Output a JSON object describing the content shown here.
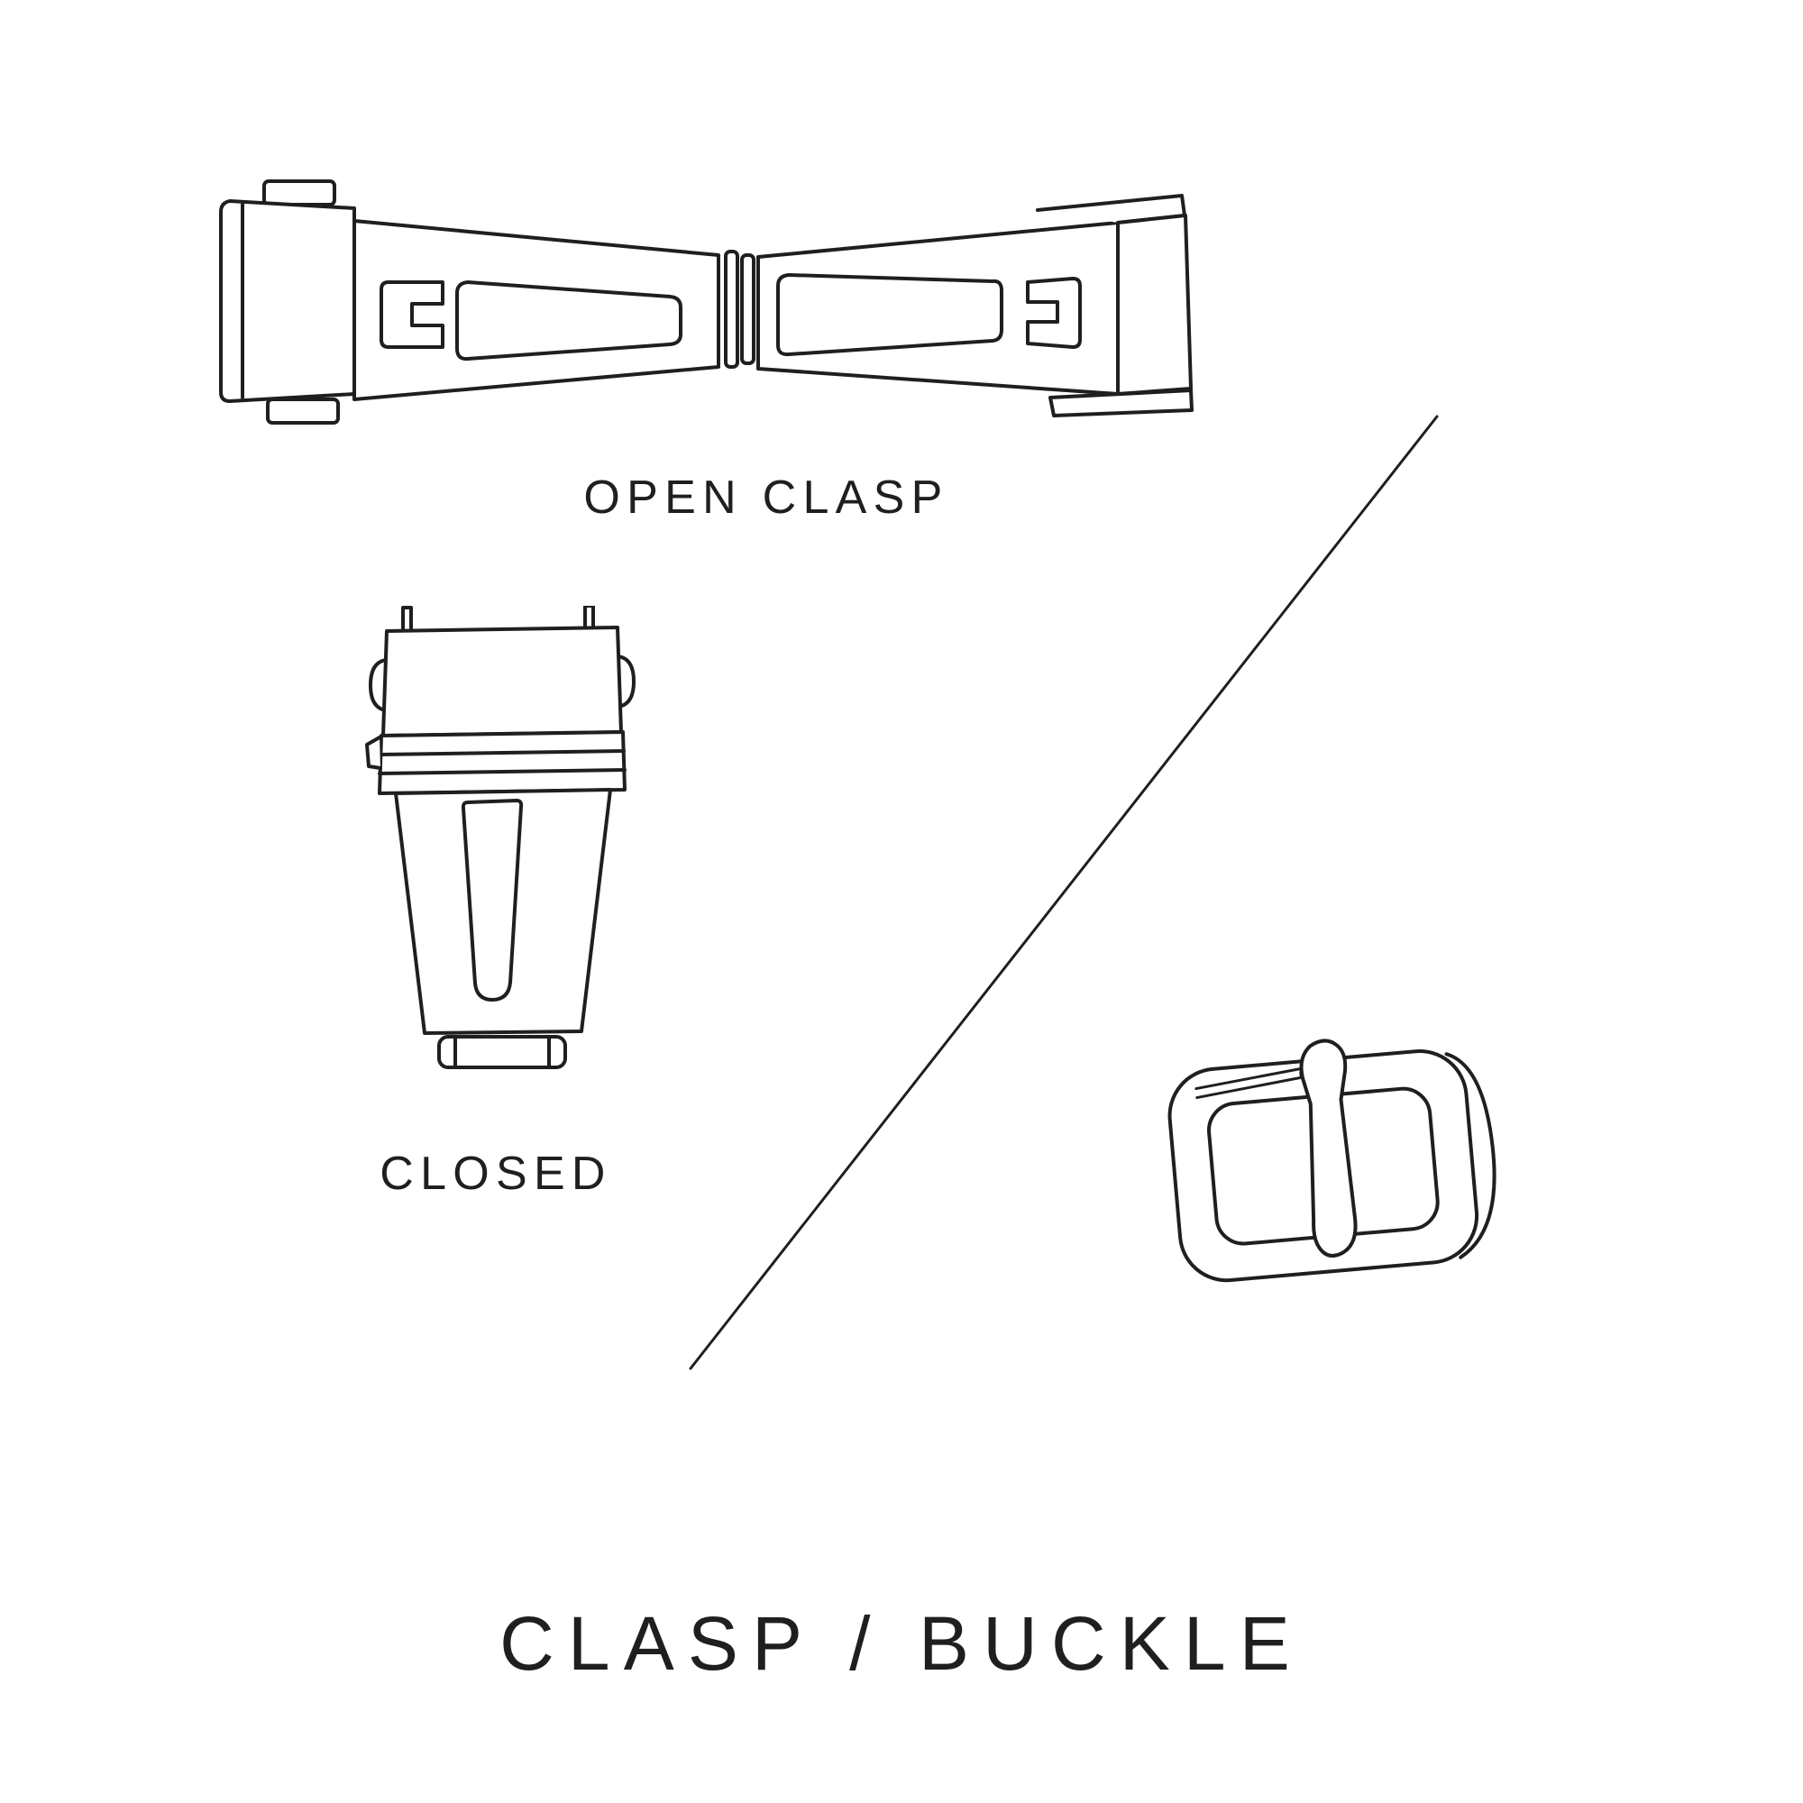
{
  "title": "CLASP / BUCKLE",
  "labels": {
    "open_clasp": "OPEN CLASP",
    "closed": "CLOSED"
  },
  "illustrations": {
    "open_clasp": "open-clasp-line-drawing",
    "closed_clasp": "closed-clasp-line-drawing",
    "buckle": "tang-buckle-line-drawing",
    "divider": "diagonal-divider-line"
  },
  "colors": {
    "background": "#ffffff",
    "line": "#1f1f1f",
    "text": "#1f1f1f"
  }
}
